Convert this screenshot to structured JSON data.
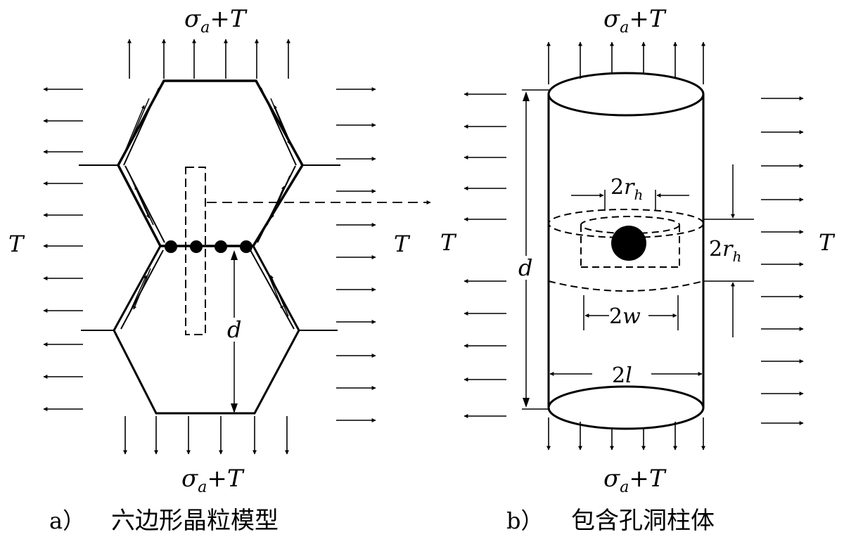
{
  "labels": {
    "sigma": "σ",
    "a": "a",
    "plus_t": "+T",
    "t": "T",
    "d": "d",
    "two": "2",
    "r": "r",
    "h": "h",
    "w": "w",
    "l": "l"
  },
  "captions": {
    "left_letter": "a）",
    "left_title": "六边形晶粒模型",
    "right_letter": "b）",
    "right_title": "包含孔洞柱体"
  },
  "colors": {
    "ink": "#000000",
    "background": "#ffffff"
  }
}
